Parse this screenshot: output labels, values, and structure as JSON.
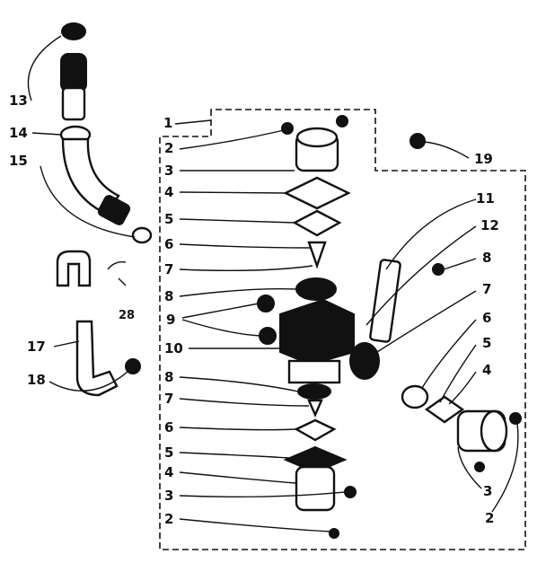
{
  "labels": {
    "l1": "1",
    "l2a": "2",
    "l3a": "3",
    "l4a": "4",
    "l5a": "5",
    "l6a": "6",
    "l7a": "7",
    "l8a": "8",
    "l9": "9",
    "l10": "10",
    "l8b": "8",
    "l7b": "7",
    "l6b": "6",
    "l5b": "5",
    "l4b": "4",
    "l3b": "3",
    "l2b": "2",
    "l13": "13",
    "l14": "14",
    "l15": "15",
    "l17": "17",
    "l18": "18",
    "l28": "28",
    "l19": "19",
    "l11": "11",
    "l12": "12",
    "l8c": "8",
    "l7c": "7",
    "l6c": "6",
    "l5c": "5",
    "l4c": "4",
    "l3c": "3",
    "l2c": "2"
  }
}
